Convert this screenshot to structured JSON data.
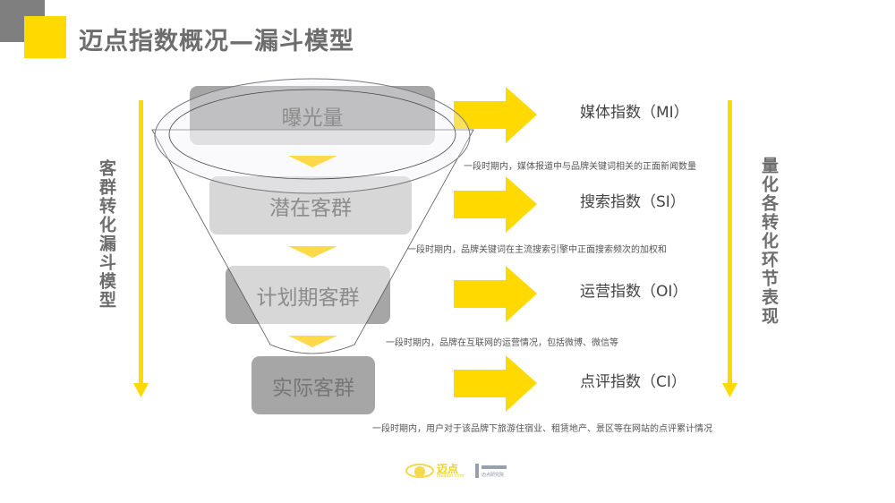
{
  "title": "迈点指数概况—漏斗模型",
  "left_label": "客群转化漏斗模型",
  "right_label": "量化各转化环节表现",
  "stages": [
    "曝光量",
    "潜在客群",
    "计划期客群",
    "实际客群"
  ],
  "indices": [
    {
      "name": "媒体指数（MI）",
      "desc": "一段时期内，媒体报道中与品牌关键词相关的正面新闻数量"
    },
    {
      "name": "搜索指数（SI）",
      "desc": "一段时期内，品牌关键词在主流搜索引擎中正面搜索频次的加权和"
    },
    {
      "name": "运营指数（OI）",
      "desc": "一段时期内，品牌在互联网的运营情况，包括微博、微信等"
    },
    {
      "name": "点评指数（CI）",
      "desc": "一段时期内，用户对于该品牌下旅游住宿业、租赁地产、景区等在网站的点评累计情况"
    }
  ],
  "footer": {
    "logo_text": "迈点",
    "logo_sub": "Meadin.com",
    "institute": "迈点研究院"
  },
  "colors": {
    "accent": "#ffd900",
    "gray": "#6d6d6d",
    "box": "#a6a6a6"
  }
}
